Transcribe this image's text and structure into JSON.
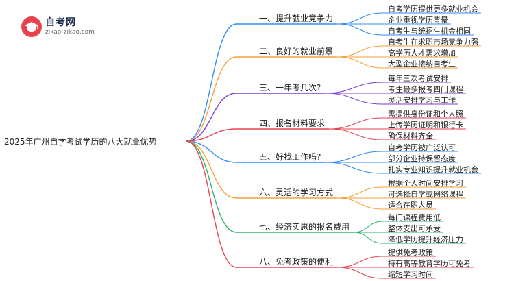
{
  "logo": {
    "brand": "自考网",
    "domain": "zikao-zikao.com"
  },
  "root_label": "2025年广州自学考试学历的八大就业优势",
  "colors": [
    "#2f8df5",
    "#f2a23a",
    "#7f3fd1",
    "#e8424e",
    "#2f8df5",
    "#f2a23a",
    "#2bb36a",
    "#e8424e"
  ],
  "branches": [
    {
      "label": "一、提升就业竞争力",
      "leaves": [
        "自考学历提供更多就业机会",
        "企业重视学历背景",
        "自考生与统招生机会相同"
      ]
    },
    {
      "label": "二、良好的就业前景",
      "leaves": [
        "自考生在求职市场竞争力强",
        "高学历人才需求增加",
        "大型企业接纳自考生"
      ]
    },
    {
      "label": "三、一年考几次?",
      "leaves": [
        "每年三次考试安排",
        "考生最多报考四门课程",
        "灵活安排学习与工作"
      ]
    },
    {
      "label": "四、报名材料要求",
      "leaves": [
        "需提供身份证和个人照",
        "上传学历证明和银行卡",
        "确保材料齐全"
      ]
    },
    {
      "label": "五、好找工作吗?",
      "leaves": [
        "自考学历被广泛认可",
        "部分企业持保留态度",
        "扎实专业知识提升就业机会"
      ]
    },
    {
      "label": "六、灵活的学习方式",
      "leaves": [
        "根据个人时间安排学习",
        "可选择自学或网络课程",
        "适合在职人员"
      ]
    },
    {
      "label": "七、经济实惠的报名费用",
      "leaves": [
        "每门课程费用低",
        "整体支出可承受",
        "降低学历提升经济压力"
      ]
    },
    {
      "label": "八、免考政策的便利",
      "leaves": [
        "提供免考政策",
        "持有高等教育学历可免考",
        "缩短学习时间"
      ]
    }
  ]
}
